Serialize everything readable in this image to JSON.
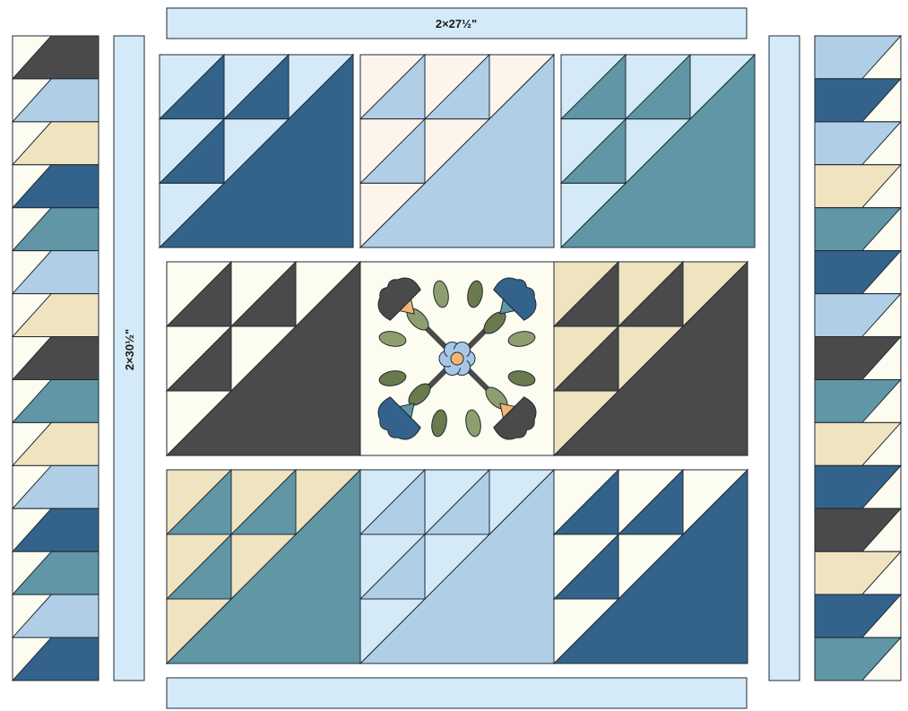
{
  "colors": {
    "navy": "#33638a",
    "teal": "#6096a6",
    "lightblue": "#b0cee6",
    "tan": "#f0e3c0",
    "charcoal": "#4a4a4a",
    "cream": "#fdfcf1",
    "blush": "#fdf5ec",
    "sashing": "#d5eaf9",
    "ink": "#1e2a33",
    "flower_orange": "#f4b472",
    "flower_blue": "#a7c7e7",
    "leaf_green": "#8f9e6e",
    "leaf_dark": "#6b7a4c",
    "flower_dark": "#4a4a4a",
    "flower_navy": "#33638a",
    "flower_teal": "#6096a6"
  },
  "labels": {
    "top_border": "2×27½\"",
    "side_border": "2×30½\""
  },
  "left_strip": [
    "charcoal",
    "lightblue",
    "tan",
    "navy",
    "teal",
    "lightblue",
    "tan",
    "charcoal",
    "teal",
    "tan",
    "lightblue",
    "navy",
    "teal",
    "lightblue",
    "navy"
  ],
  "right_strip": [
    "lightblue",
    "navy",
    "lightblue",
    "tan",
    "teal",
    "navy",
    "lightblue",
    "charcoal",
    "teal",
    "tan",
    "navy",
    "charcoal",
    "tan",
    "navy",
    "teal"
  ],
  "blocks": [
    {
      "id": "r1c1",
      "dark": "navy",
      "light": "sashing"
    },
    {
      "id": "r1c2",
      "dark": "lightblue",
      "light": "blush"
    },
    {
      "id": "r1c3",
      "dark": "teal",
      "light": "sashing"
    },
    {
      "id": "r2c1",
      "dark": "charcoal",
      "light": "cream"
    },
    {
      "id": "r2c2",
      "type": "applique",
      "bg": "cream"
    },
    {
      "id": "r2c3",
      "dark": "charcoal",
      "light": "tan"
    },
    {
      "id": "r3c1",
      "dark": "teal",
      "light": "tan"
    },
    {
      "id": "r3c2",
      "dark": "lightblue",
      "light": "sashing"
    },
    {
      "id": "r3c3",
      "dark": "navy",
      "light": "cream"
    }
  ]
}
